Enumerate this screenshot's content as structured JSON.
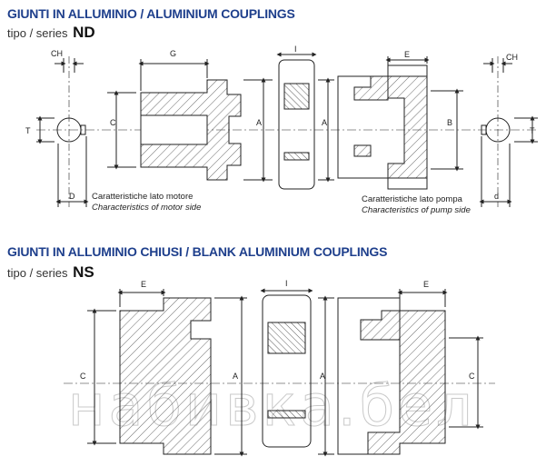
{
  "sections": [
    {
      "title": "GIUNTI IN ALLUMINIO / ALUMINIUM COUPLINGS",
      "series_prefix": "tipo / series",
      "series_code": "ND"
    },
    {
      "title": "GIUNTI IN ALLUMINIO CHIUSI / BLANK ALUMINIUM COUPLINGS",
      "series_prefix": "tipo / series",
      "series_code": "NS"
    }
  ],
  "labels": {
    "ch": "CH",
    "t": "T",
    "d_upper": "D",
    "d_lower": "d",
    "g": "G",
    "i": "I",
    "e": "E",
    "a": "A",
    "b": "B",
    "c": "C"
  },
  "captions": {
    "motor_it": "Caratteristiche lato motore",
    "motor_en": "Characteristics of motor side",
    "pump_it": "Caratteristiche lato pompa",
    "pump_en": "Characteristics of pump side"
  },
  "watermark": "набивка.бел",
  "colors": {
    "title": "#1e3f8c",
    "line": "#222222",
    "hatch": "#444444"
  }
}
